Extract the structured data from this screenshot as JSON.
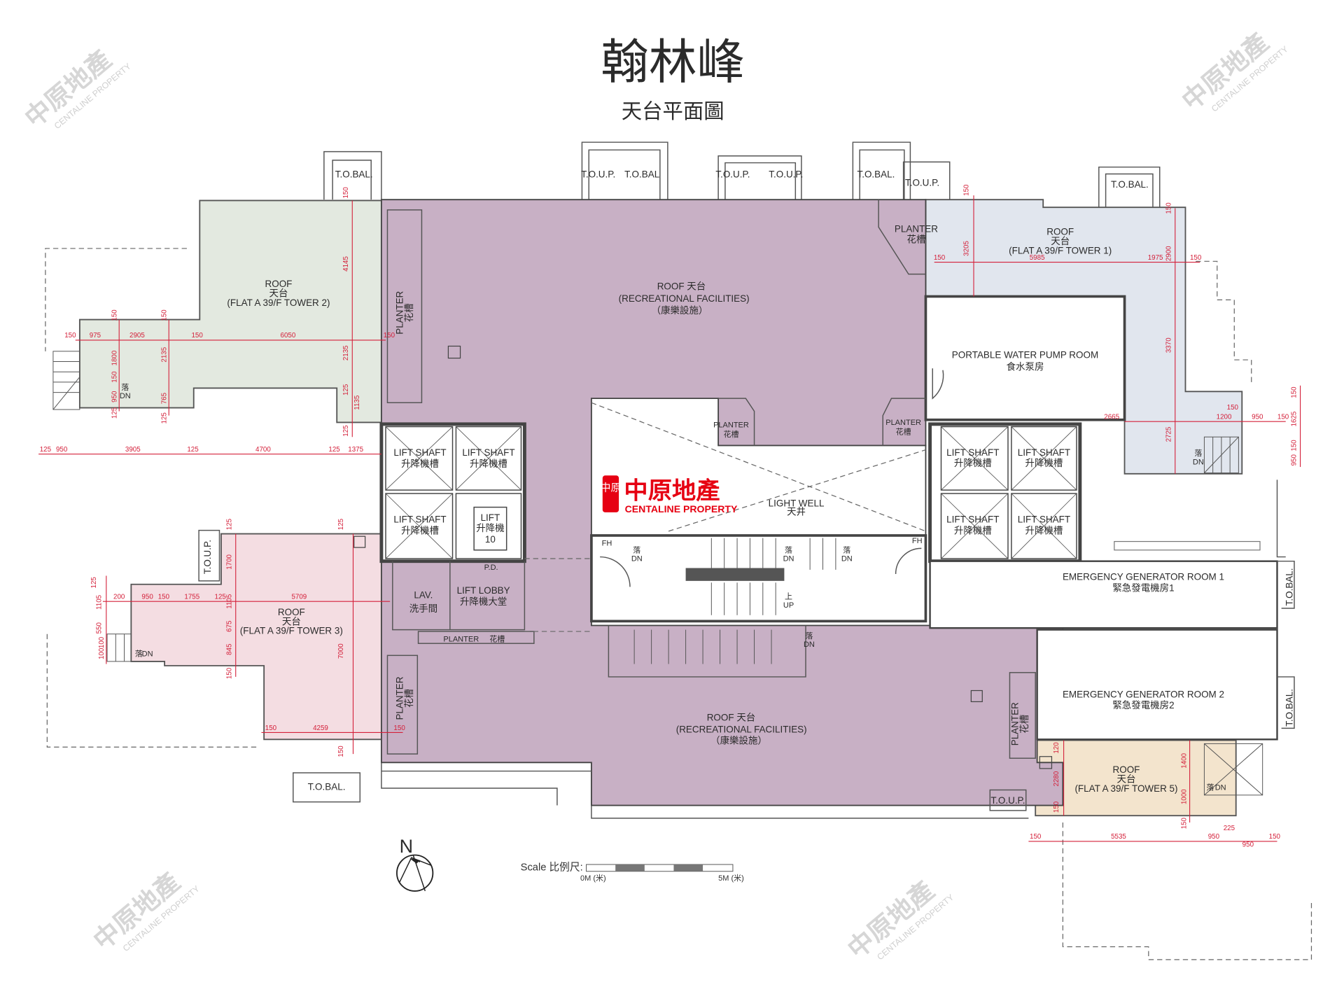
{
  "title": "翰林峰",
  "subtitle": "天台平面圖",
  "colors": {
    "recreational_roof": "#c8b0c5",
    "tower1_roof": "#e1e6ee",
    "tower2_roof": "#e3e9e0",
    "tower3_roof": "#f4dde2",
    "tower5_roof": "#f3e4cd",
    "dimension": "#d4203a",
    "brand_red": "#e60012"
  },
  "logo": {
    "chinese": "中原地產",
    "english": "CENTALINE PROPERTY",
    "stamp": "中原"
  },
  "watermark": {
    "chinese": "中原地產",
    "english": "CENTALINE PROPERTY"
  },
  "top_labels": [
    "T.O.BAL.",
    "T.O.U.P.",
    "T.O.BAL",
    "T.O.U.P.",
    "T.O.U.P.",
    "T.O.BAL.",
    "T.O.U.P.",
    "T.O.BAL."
  ],
  "areas": {
    "tower2": {
      "en": "ROOF",
      "zh": "天台",
      "flat": "(FLAT A 39/F TOWER 2)"
    },
    "tower1": {
      "en": "ROOF",
      "zh": "天台",
      "flat": "(FLAT A  39/F TOWER 1)"
    },
    "tower3": {
      "en": "ROOF",
      "zh": "天台",
      "flat": "(FLAT A 39/F TOWER 3)"
    },
    "tower5": {
      "en": "ROOF",
      "zh": "天台",
      "flat": "(FLAT A 39/F TOWER 5)"
    },
    "rec_north": {
      "line1": "ROOF 天台",
      "line2": "(RECREATIONAL FACILITIES)",
      "line3": "（康樂設施）"
    },
    "rec_south": {
      "line1": "ROOF 天台",
      "line2": "(RECREATIONAL FACILITIES)",
      "line3": "（康樂設施）"
    },
    "pump_room": {
      "en": "PORTABLE WATER PUMP ROOM",
      "zh": "食水泵房"
    },
    "gen_room1": {
      "en": "EMERGENCY GENERATOR ROOM 1",
      "zh": "緊急發電機房1"
    },
    "gen_room2": {
      "en": "EMERGENCY GENERATOR ROOM 2",
      "zh": "緊急發電機房2"
    },
    "light_well": {
      "en": "LIGHT WELL",
      "zh": "天井"
    },
    "lav": {
      "en": "LAV.",
      "zh": "洗手間"
    },
    "lift_lobby": {
      "en": "LIFT LOBBY",
      "zh": "升降機大堂"
    },
    "pd": "P.D.",
    "lift": {
      "en": "LIFT",
      "zh": "升降機",
      "no": "10"
    },
    "lift_shaft": {
      "en": "LIFT SHAFT",
      "zh": "升降機槽"
    },
    "planter": {
      "en": "PLANTER",
      "zh": "花槽"
    },
    "stair_down": {
      "zh": "落",
      "en": "DN"
    },
    "stair_up": {
      "zh": "上",
      "en": "UP"
    },
    "fh": "FH",
    "side_labels": {
      "toup": "T.O.U.P.",
      "tobal": "T.O.BAL."
    }
  },
  "dimensions": {
    "tower2": [
      "150",
      "975",
      "2905",
      "150",
      "6050",
      "150",
      "150",
      "4145",
      "2135",
      "125",
      "125",
      "1135",
      "150",
      "1800",
      "150",
      "950",
      "125",
      "150",
      "2135",
      "765",
      "125",
      "125",
      "950",
      "3905",
      "125",
      "4700",
      "125",
      "1375"
    ],
    "tower1": [
      "150",
      "5985",
      "1975",
      "150",
      "3205",
      "150",
      "150",
      "2900",
      "3370",
      "2725",
      "2665",
      "1200",
      "150",
      "950",
      "150",
      "150",
      "1625",
      "150",
      "950"
    ],
    "tower3": [
      "200",
      "950",
      "150",
      "1755",
      "125",
      "5709",
      "125",
      "1700",
      "1105",
      "675",
      "845",
      "150",
      "125",
      "7000",
      "150",
      "125",
      "1105",
      "550",
      "100",
      "100",
      "150",
      "4259",
      "150"
    ],
    "tower5": [
      "150",
      "5535",
      "950",
      "225",
      "950",
      "150",
      "120",
      "2280",
      "150",
      "1400",
      "1000",
      "150"
    ]
  },
  "north": "N",
  "scale": {
    "label": "Scale 比例尺:",
    "start": "0M (米)",
    "end": "5M (米)"
  }
}
